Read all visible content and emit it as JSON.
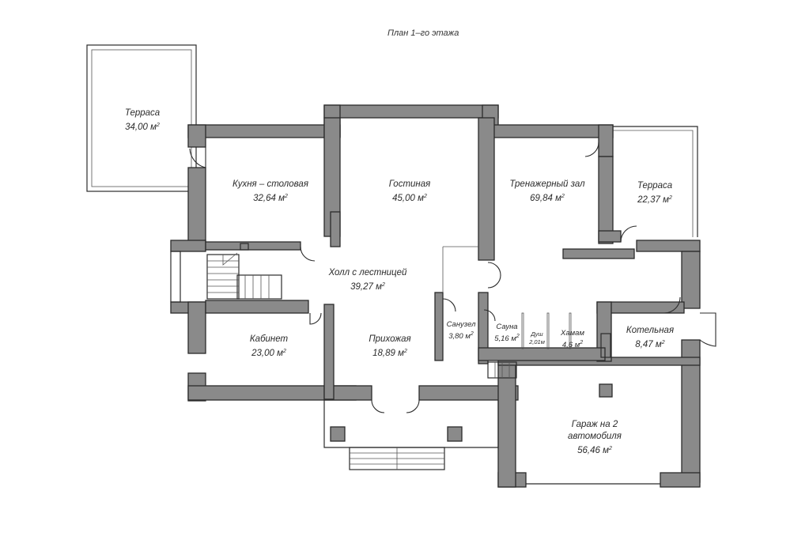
{
  "title": "План 1–го этажа",
  "area_unit": "м",
  "area_unit_power": "2",
  "rooms": [
    {
      "name": "Терраса",
      "area": "34,00"
    },
    {
      "name": "Кухня – столовая",
      "area": "32,64"
    },
    {
      "name": "Гостиная",
      "area": "45,00"
    },
    {
      "name": "Тренажерный зал",
      "area": "69,84"
    },
    {
      "name": "Терраса",
      "area": "22,37"
    },
    {
      "name": "Холл с лестницей",
      "area": "39,27"
    },
    {
      "name": "Кабинет",
      "area": "23,00"
    },
    {
      "name": "Прихожая",
      "area": "18,89"
    },
    {
      "name": "Санузел",
      "area": "3,80"
    },
    {
      "name": "Сауна",
      "area": "5,16"
    },
    {
      "name": "Душ",
      "area": "2,01"
    },
    {
      "name": "Хамам",
      "area": "4,6"
    },
    {
      "name": "Котельная",
      "area": "8,47"
    },
    {
      "name": "Гараж на 2 автомобиля",
      "area": "56,46"
    }
  ]
}
